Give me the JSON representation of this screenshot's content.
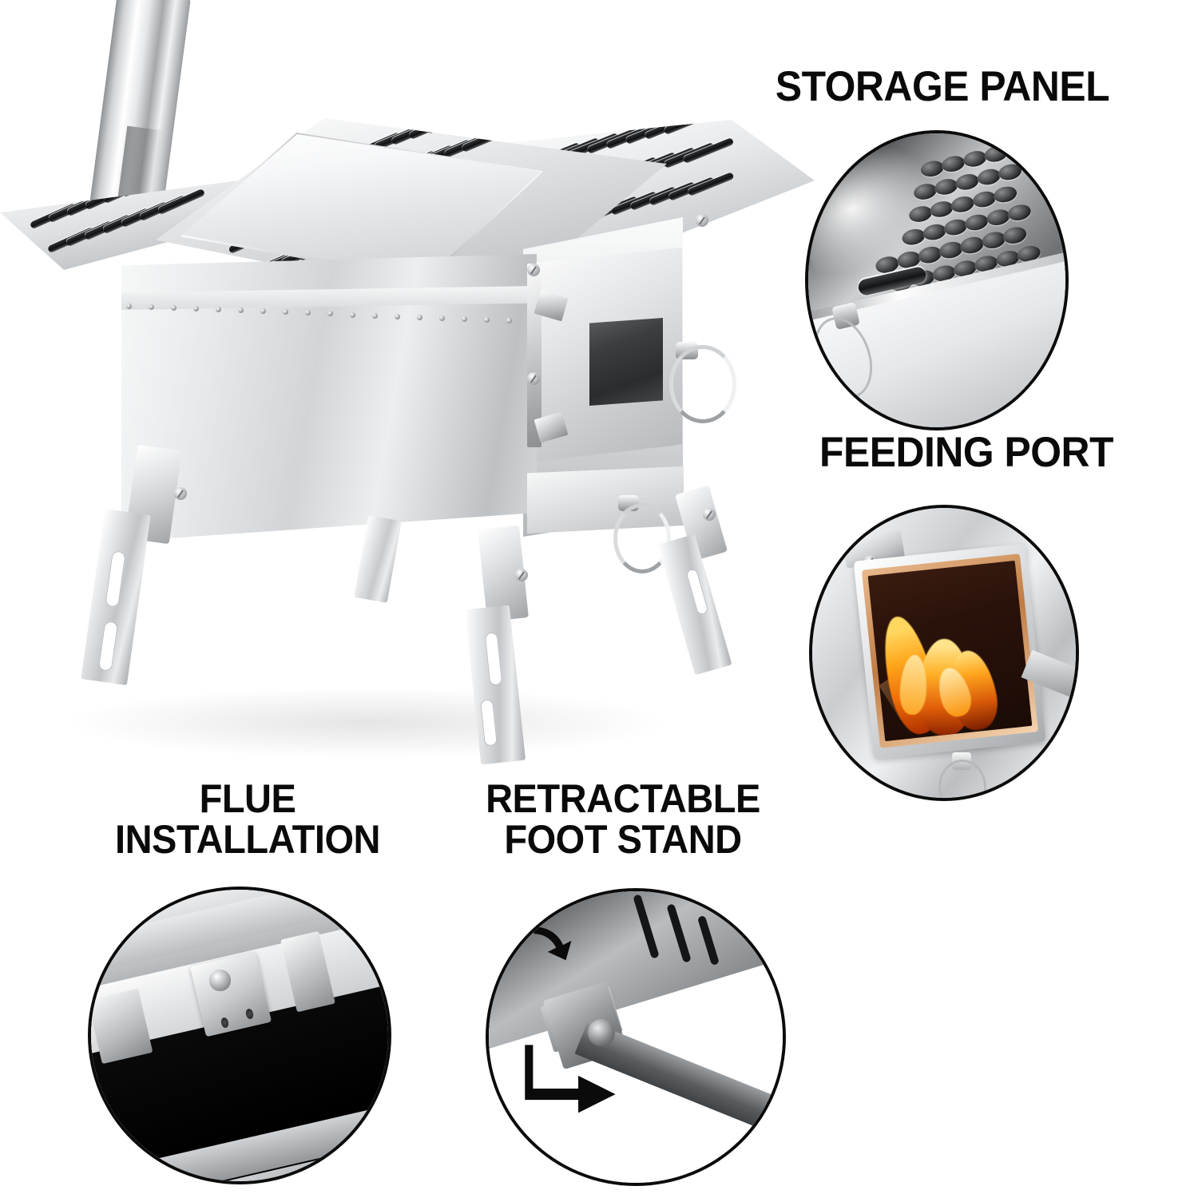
{
  "page": {
    "background_color": "#ffffff",
    "product": "portable stainless steel tent wood stove",
    "text_color": "#0a0a0a"
  },
  "callouts": [
    {
      "id": "storage-panel",
      "title": "STORAGE PANEL",
      "title_lines": "STORAGE PANEL",
      "inset_caption": "perforated stainless side shelf with round dimple holes and slot vent",
      "position": "top-right"
    },
    {
      "id": "feeding-port",
      "title": "FEEDING PORT",
      "title_lines": "FEEDING PORT",
      "inset_caption": "open firebox door with glass window and burning flames inside",
      "position": "middle-right"
    },
    {
      "id": "flue-installation",
      "title": "FLUE INSTALLATION",
      "title_lines": "FLUE\nINSTALLATION",
      "inset_caption": "chimney flue latch clasp on stove top collar",
      "position": "bottom-left"
    },
    {
      "id": "retractable-foot-stand",
      "title": "RETRACTABLE FOOT STAND",
      "title_lines": "RETRACTABLE\nFOOT STAND",
      "inset_caption": "hinged folding leg with directional arrow showing retraction",
      "position": "bottom-center"
    }
  ],
  "main_image": {
    "name": "tent-wood-stove",
    "parts": [
      "chimney-pipe",
      "left-storage-shelf",
      "right-storage-shelf",
      "top-cooking-panel",
      "removable-lid",
      "firebox-body",
      "glass-door",
      "door-ring-handle",
      "ash-drawer-ring-handle",
      "retractable-legs"
    ]
  },
  "colors": {
    "stainless_light": "#f2f3f4",
    "stainless_mid": "#c8cbce",
    "stainless_dark": "#8c8f92",
    "outline": "#0b0b0b",
    "flame_orange": "#ffa71c",
    "flame_deep": "#b03000",
    "copper": "#c07c45",
    "glass_dark": "#2a2c2e"
  }
}
